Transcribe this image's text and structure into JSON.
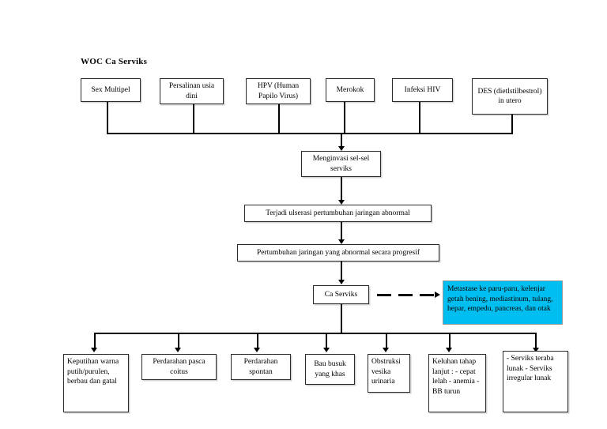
{
  "diagram": {
    "title": "WOC Ca Serviks",
    "risk_factors": [
      {
        "label": "Sex Multipel"
      },
      {
        "label": "Persalinan usia dini"
      },
      {
        "label": "HPV (Human Papilo Virus)"
      },
      {
        "label": "Merokok"
      },
      {
        "label": "Infeksi HIV"
      },
      {
        "label": "DES (dietlstilbestrol) in utero"
      }
    ],
    "process": [
      {
        "label": "Menginvasi sel-sel serviks"
      },
      {
        "label": "Terjadi ulserasi pertumbuhan jaringan abnormal"
      },
      {
        "label": "Pertumbuhan jaringan yang abnormal secara progresif"
      },
      {
        "label": "Ca Serviks"
      }
    ],
    "metastasis": {
      "label": "Metastase ke paru-paru, kelenjar getah bening, mediastinum, tulang, hepar, empedu, pancreas, dan otak",
      "color": "#00bff0"
    },
    "manifestations": [
      {
        "label": "Keputihan warna putih/purulen, berbau dan gatal"
      },
      {
        "label": "Perdarahan pasca coitus"
      },
      {
        "label": "Perdarahan spontan"
      },
      {
        "label": "Bau busuk yang khas"
      },
      {
        "label": "Obstruksi vesika urinaria"
      },
      {
        "label": "Keluhan tahap lanjut : - cepat lelah - anemia - BB turun"
      },
      {
        "label": "- Serviks teraba lunak - Serviks irregular lunak"
      }
    ]
  }
}
